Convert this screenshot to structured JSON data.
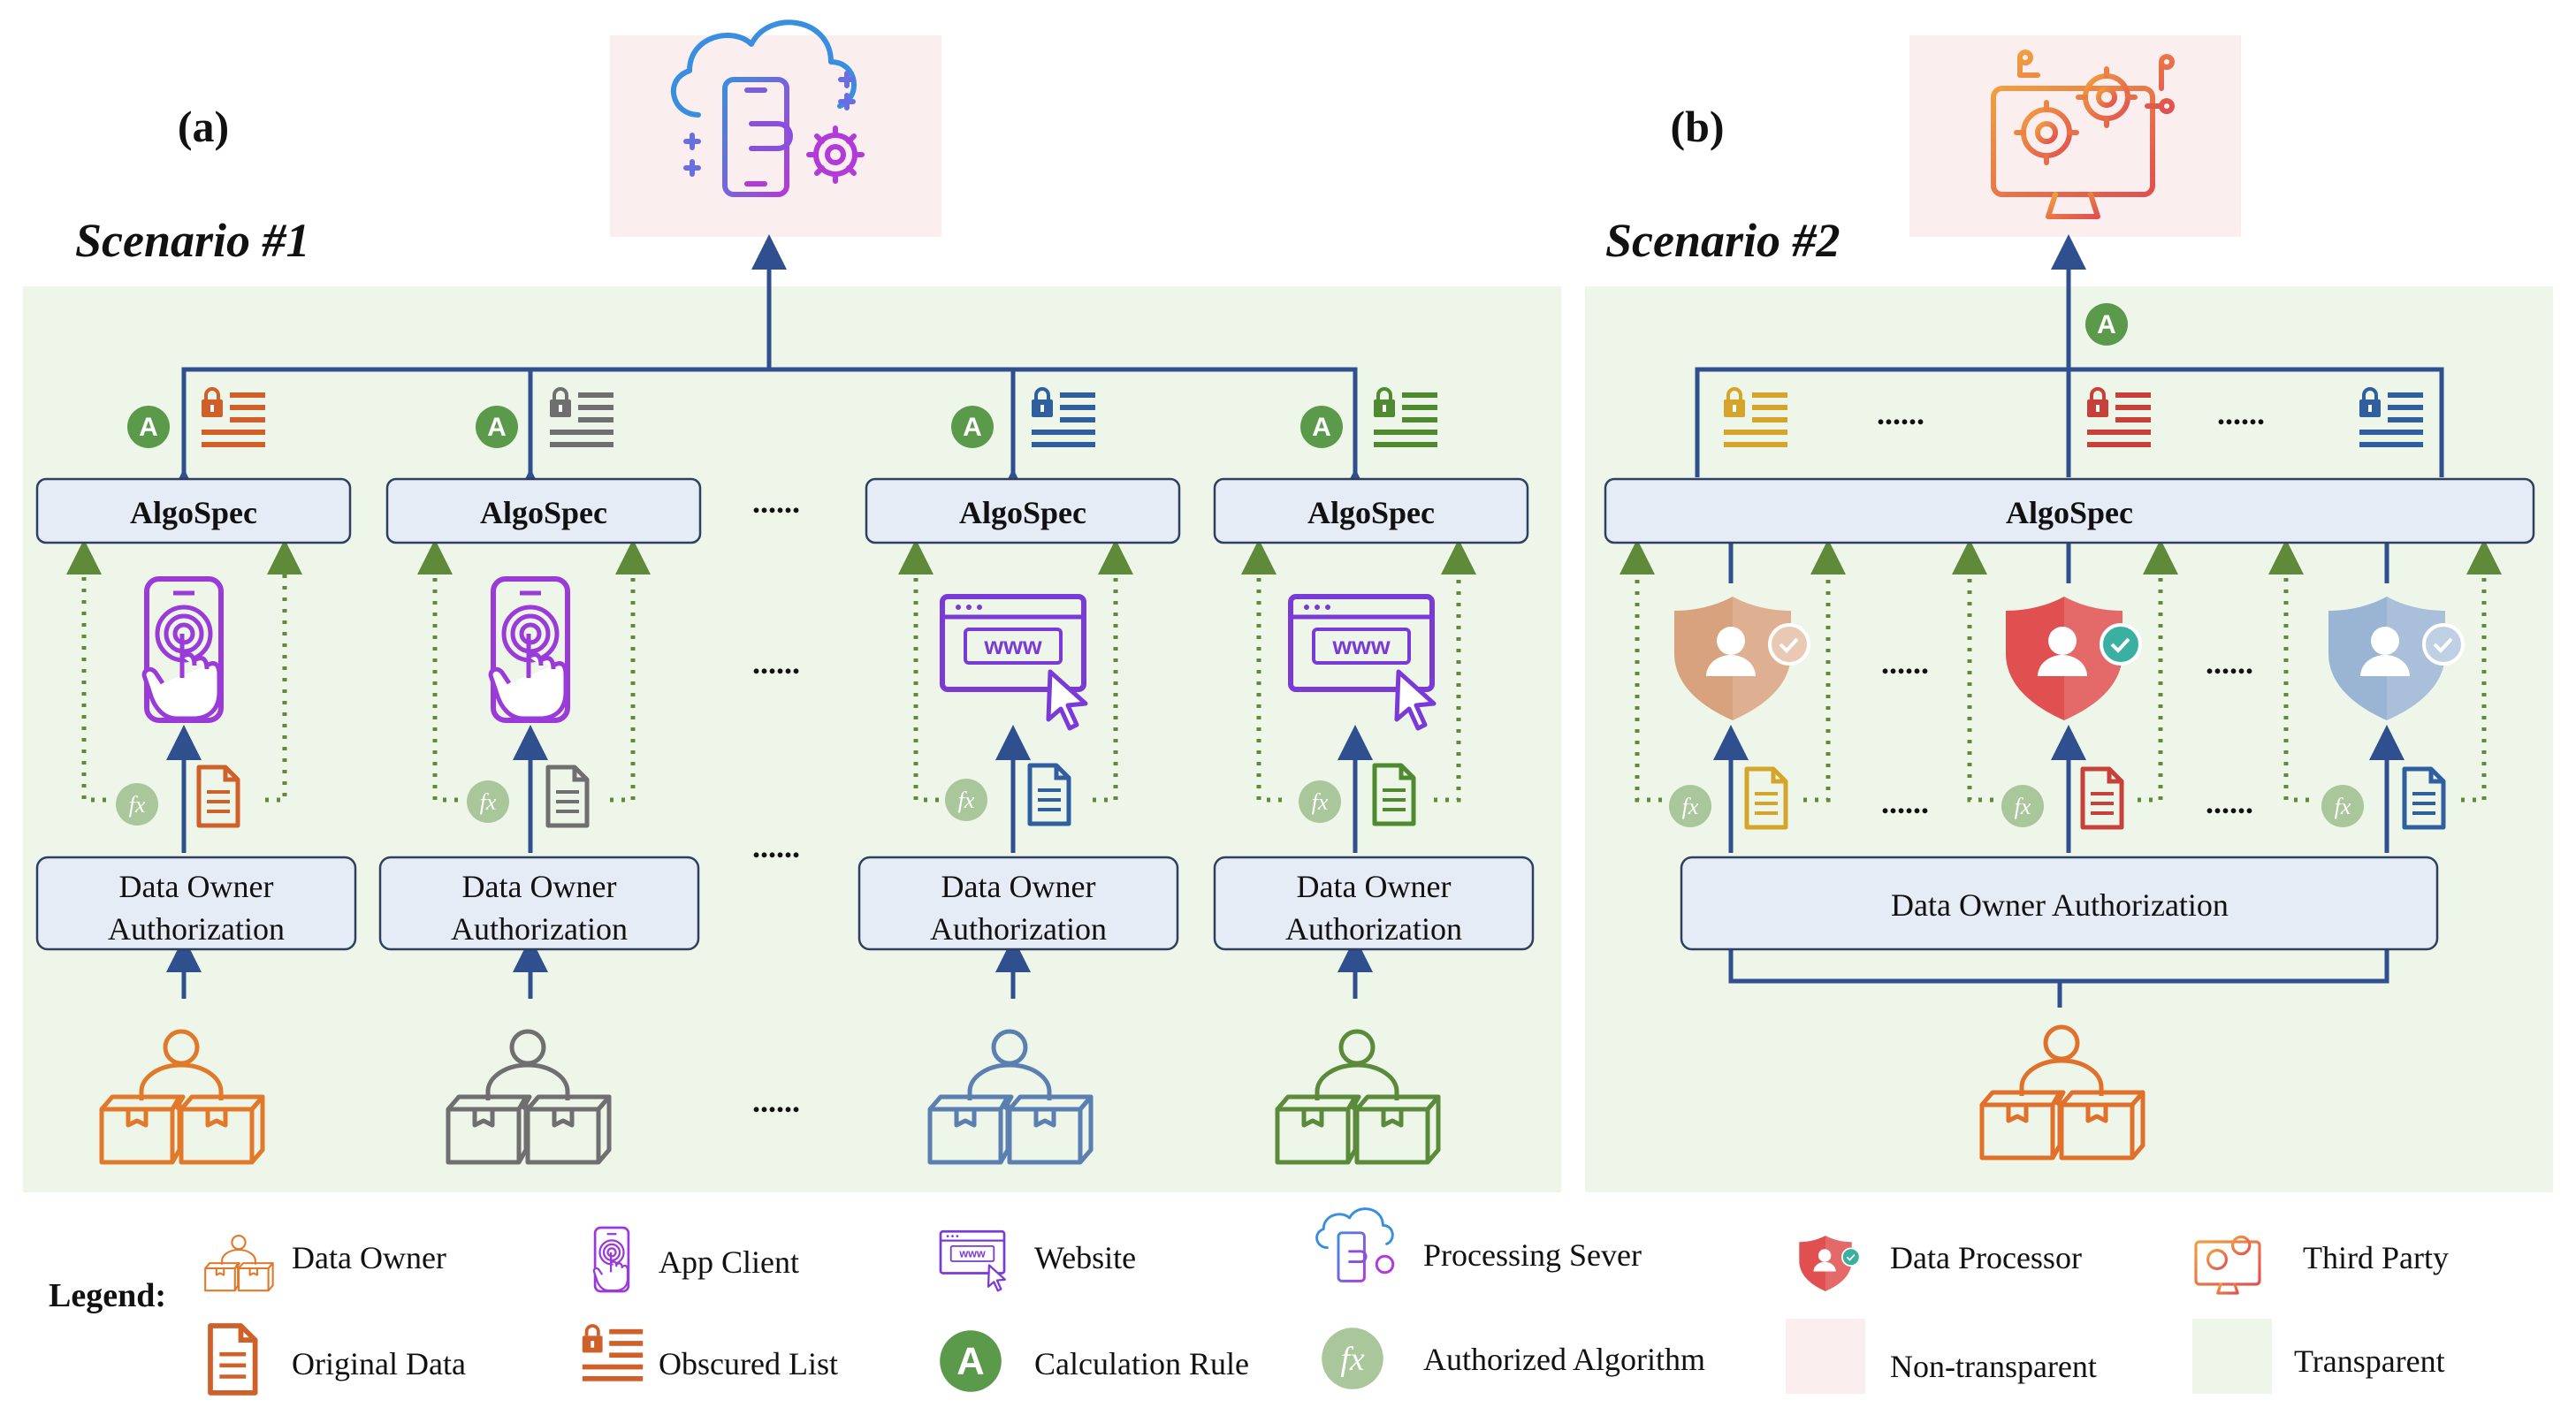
{
  "panel_a": {
    "label": "(a)",
    "scenario": "Scenario #1",
    "algospec": [
      "AlgoSpec",
      "AlgoSpec",
      "AlgoSpec",
      "AlgoSpec"
    ],
    "auth_line1": [
      "Data Owner",
      "Data Owner",
      "Data Owner",
      "Data Owner"
    ],
    "auth_line2": [
      "Authorization",
      "Authorization",
      "Authorization",
      "Authorization"
    ],
    "calc_rule_letter": "A",
    "fx_symbol": "fx",
    "ellipsis": "......"
  },
  "panel_b": {
    "label": "(b)",
    "scenario": "Scenario #2",
    "algospec": "AlgoSpec",
    "auth": "Data Owner Authorization",
    "calc_rule_letter": "A",
    "fx_symbol": "fx",
    "ellipsis": "......"
  },
  "legend": {
    "title": "Legend:",
    "items": [
      {
        "label": "Data Owner",
        "icon": "data-owner-icon"
      },
      {
        "label": "App Client",
        "icon": "app-client-icon"
      },
      {
        "label": "Website",
        "icon": "website-icon"
      },
      {
        "label": "Processing Sever",
        "icon": "processing-server-icon"
      },
      {
        "label": "Data Processor",
        "icon": "data-processor-icon"
      },
      {
        "label": "Third Party",
        "icon": "third-party-icon"
      },
      {
        "label": "Original Data",
        "icon": "document-icon"
      },
      {
        "label": "Obscured List",
        "icon": "obscured-list-icon"
      },
      {
        "label": "Calculation Rule",
        "icon": "calculation-rule-icon"
      },
      {
        "label": "Authorized Algorithm",
        "icon": "authorized-algorithm-icon"
      },
      {
        "label": "Non-transparent",
        "icon": "non-transparent-swatch"
      },
      {
        "label": "Transparent",
        "icon": "transparent-swatch"
      }
    ],
    "calc_letter": "A",
    "fx_symbol": "fx"
  },
  "colors": {
    "transparent_bg": "#eef5e9",
    "non_transparent_bg": "#fbeeee",
    "line_blue": "#2f4f8f",
    "box_fill": "#e6ecf6",
    "dotted_green": "#5e8a3a",
    "calc_green": "#5a9a4a",
    "fx_green": "#a9c79a",
    "orange": "#d86a2a",
    "gray": "#6f6f6f",
    "blue_icon": "#2f5f9f",
    "green_icon": "#4f8a30",
    "yellow": "#d4a52a",
    "red": "#d94848",
    "purple": "#8a46d8"
  }
}
